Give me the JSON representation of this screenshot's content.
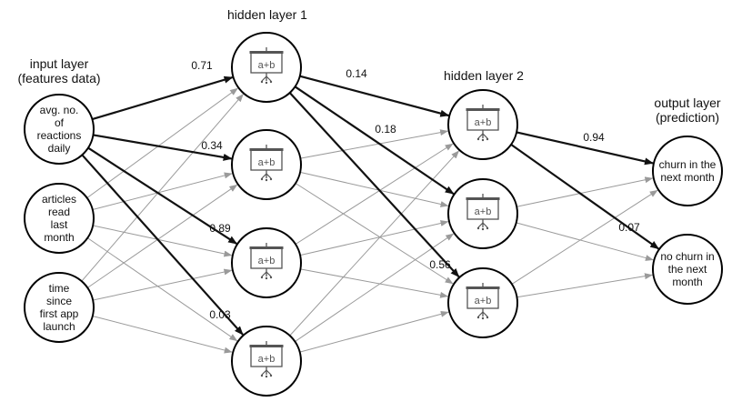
{
  "layers": {
    "input": {
      "title_lines": [
        "input layer",
        "(features data)"
      ],
      "nodes": [
        {
          "lines": [
            "avg. no.",
            "of",
            "reactions",
            "daily"
          ]
        },
        {
          "lines": [
            "articles",
            "read",
            "last",
            "month"
          ]
        },
        {
          "lines": [
            "time",
            "since",
            "first app",
            "launch"
          ]
        }
      ]
    },
    "hidden1": {
      "title_lines": [
        "hidden layer 1"
      ],
      "node_count": 4,
      "node_icon": "a+b"
    },
    "hidden2": {
      "title_lines": [
        "hidden layer 2"
      ],
      "node_count": 3,
      "node_icon": "a+b"
    },
    "output": {
      "title_lines": [
        "output layer",
        "(prediction)"
      ],
      "nodes": [
        {
          "lines": [
            "churn in the",
            "next month"
          ]
        },
        {
          "lines": [
            "no churn in",
            "the next",
            "month"
          ]
        }
      ]
    }
  },
  "connections": [
    {
      "from": "input.0",
      "to": "hidden1.0",
      "weight": "0.71",
      "highlight": true
    },
    {
      "from": "input.0",
      "to": "hidden1.1",
      "weight": "0.34",
      "highlight": true
    },
    {
      "from": "input.0",
      "to": "hidden1.2",
      "weight": "0.89",
      "highlight": true
    },
    {
      "from": "input.0",
      "to": "hidden1.3",
      "weight": "0.03",
      "highlight": true
    },
    {
      "from": "input.1",
      "to": "hidden1.0",
      "highlight": false
    },
    {
      "from": "input.1",
      "to": "hidden1.1",
      "highlight": false
    },
    {
      "from": "input.1",
      "to": "hidden1.2",
      "highlight": false
    },
    {
      "from": "input.1",
      "to": "hidden1.3",
      "highlight": false
    },
    {
      "from": "input.2",
      "to": "hidden1.0",
      "highlight": false
    },
    {
      "from": "input.2",
      "to": "hidden1.1",
      "highlight": false
    },
    {
      "from": "input.2",
      "to": "hidden1.2",
      "highlight": false
    },
    {
      "from": "input.2",
      "to": "hidden1.3",
      "highlight": false
    },
    {
      "from": "hidden1.0",
      "to": "hidden2.0",
      "weight": "0.14",
      "highlight": true
    },
    {
      "from": "hidden1.0",
      "to": "hidden2.1",
      "weight": "0.18",
      "highlight": true
    },
    {
      "from": "hidden1.0",
      "to": "hidden2.2",
      "weight": "0.56",
      "highlight": true
    },
    {
      "from": "hidden1.1",
      "to": "hidden2.0",
      "highlight": false
    },
    {
      "from": "hidden1.1",
      "to": "hidden2.1",
      "highlight": false
    },
    {
      "from": "hidden1.1",
      "to": "hidden2.2",
      "highlight": false
    },
    {
      "from": "hidden1.2",
      "to": "hidden2.0",
      "highlight": false
    },
    {
      "from": "hidden1.2",
      "to": "hidden2.1",
      "highlight": false
    },
    {
      "from": "hidden1.2",
      "to": "hidden2.2",
      "highlight": false
    },
    {
      "from": "hidden1.3",
      "to": "hidden2.0",
      "highlight": false
    },
    {
      "from": "hidden1.3",
      "to": "hidden2.1",
      "highlight": false
    },
    {
      "from": "hidden1.3",
      "to": "hidden2.2",
      "highlight": false
    },
    {
      "from": "hidden2.0",
      "to": "output.0",
      "weight": "0.94",
      "highlight": true
    },
    {
      "from": "hidden2.0",
      "to": "output.1",
      "weight": "0.07",
      "highlight": true
    },
    {
      "from": "hidden2.1",
      "to": "output.0",
      "highlight": false
    },
    {
      "from": "hidden2.1",
      "to": "output.1",
      "highlight": false
    },
    {
      "from": "hidden2.2",
      "to": "output.0",
      "highlight": false
    },
    {
      "from": "hidden2.2",
      "to": "output.1",
      "highlight": false
    }
  ],
  "colors": {
    "highlight_edge": "#111111",
    "normal_edge": "#9a9a9a",
    "node_stroke": "#000000",
    "icon": "#555555"
  }
}
